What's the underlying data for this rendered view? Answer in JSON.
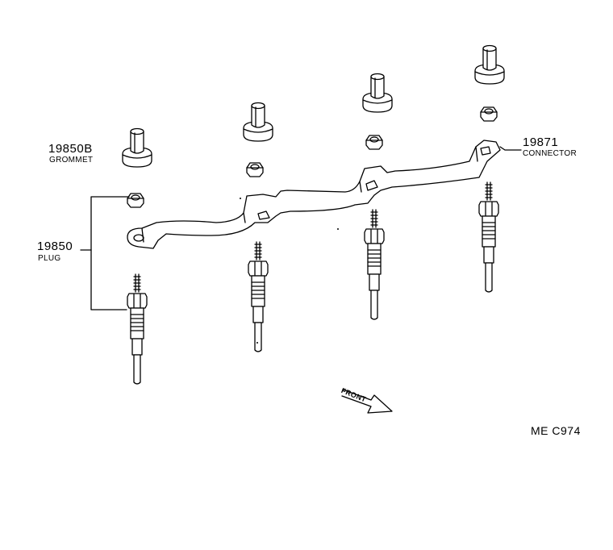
{
  "labels": {
    "grommet_part": "19850B",
    "grommet_name": "GROMMET",
    "connector_part": "19871",
    "connector_name": "CONNECTOR",
    "plug_part": "19850",
    "plug_name": "PLUG",
    "front": "FRONT",
    "diagram_code": "ME C974"
  }
}
